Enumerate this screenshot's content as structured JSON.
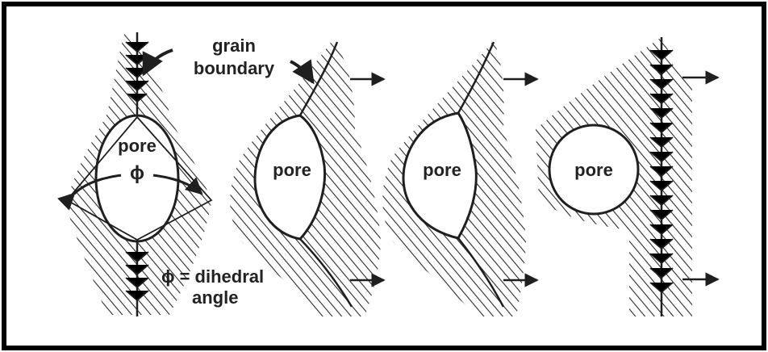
{
  "labels": {
    "grain_boundary": [
      "grain",
      "boundary"
    ],
    "pore": "pore",
    "phi_symbol": "ϕ",
    "phi_definition": [
      "ϕ = dihedral",
      "angle"
    ]
  },
  "colors": {
    "ink": "#1f1f1f",
    "frame": "#000000",
    "background": "#ffffff"
  },
  "icons": {
    "arrow": "right-arrow-icon"
  }
}
